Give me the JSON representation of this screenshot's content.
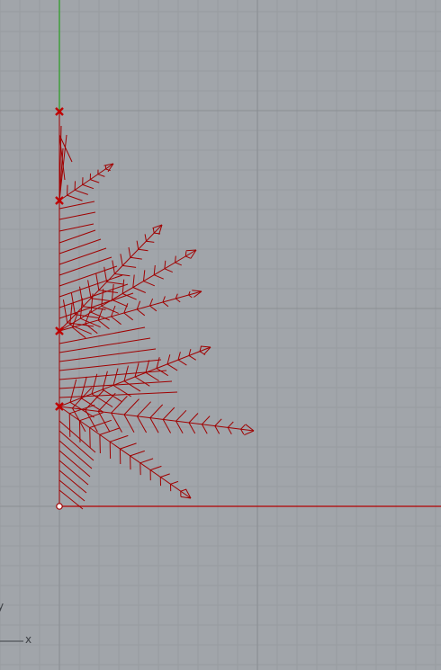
{
  "viewport": {
    "background": "#a1a5aa",
    "grid_minor_color": "#979ba0",
    "grid_major_color": "#8c9095",
    "x_axis_color": "#b20000",
    "y_axis_color": "#28a020",
    "geometry_color": "#a00000",
    "control_point_color": "#c00000",
    "origin_marker_color": "#ffffff"
  },
  "axis_indicator": {
    "x_label": "x",
    "y_label": "y"
  },
  "geometry": {
    "type": "fern-frond-curves",
    "control_points": 4,
    "base_point": "origin"
  }
}
